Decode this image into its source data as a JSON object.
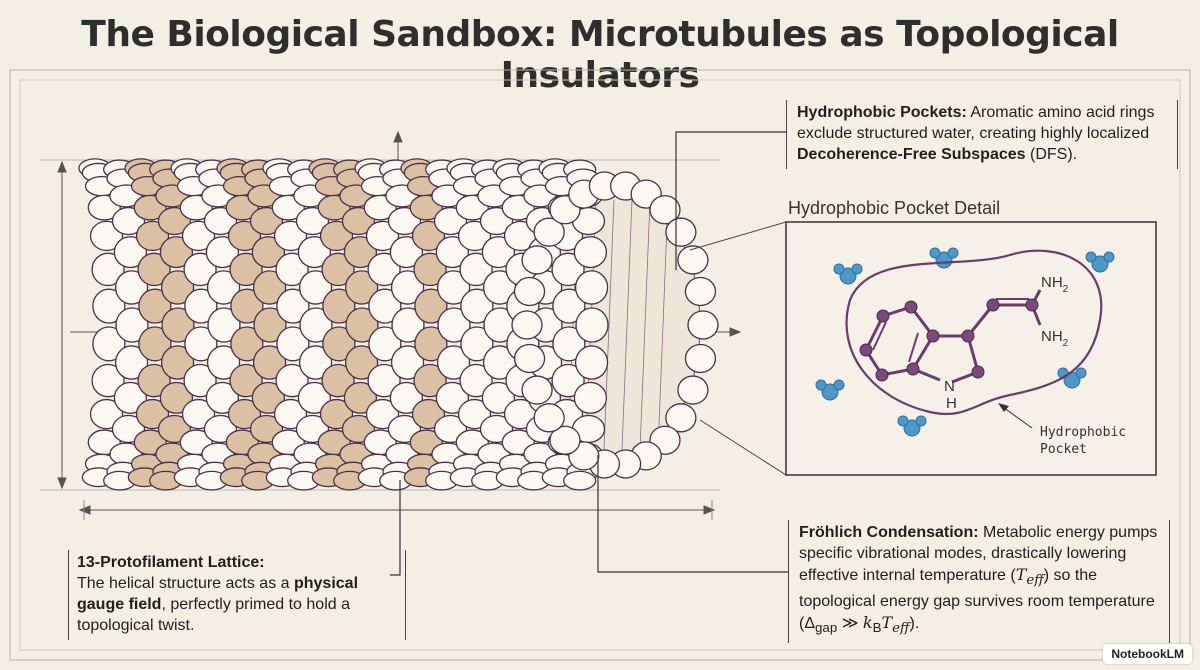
{
  "title": "The Biological Sandbox: Microtubules as Topological Insulators",
  "hydrophobic_pockets": {
    "heading": "Hydrophobic Pockets:",
    "text_1": " Aromatic amino acid rings exclude structured water, creating highly localized ",
    "emphasis": "Decoherence-Free Subspaces",
    "text_2": " (DFS)."
  },
  "detail": {
    "title": "Hydrophobic Pocket Detail",
    "nh2_top": "NH",
    "nh2_bottom": "NH",
    "sub_2": "2",
    "nh": "N",
    "nh_h": "H",
    "pocket_label_1": "Hydrophobic",
    "pocket_label_2": "Pocket"
  },
  "frohlich": {
    "heading": "Fröhlich Condensation:",
    "text_1": " Metabolic energy pumps specific vibrational modes, drastically lowering effective internal temperature (",
    "teff": "T",
    "eff": "eff",
    "text_2": ") so the topological energy gap survives room temperature (",
    "delta": "Δ",
    "gap": "gap",
    "gg": " ≫ ",
    "kb": "k",
    "b": "B",
    "text_3": ")."
  },
  "protofilament": {
    "heading": "13-Protofilament Lattice:",
    "text_1": "The helical structure acts as a ",
    "emphasis": "physical gauge field",
    "text_2": ", perfectly primed to hold a topological twist."
  },
  "badge": "NotebookLM",
  "colors": {
    "background": "#f3efe5",
    "bead_fill": "#fbf8f2",
    "bead_stroke": "#4a3048",
    "beta_fill": "#dcc0a4",
    "molecule": "#6a3b6c",
    "water": "#4f97c9"
  }
}
